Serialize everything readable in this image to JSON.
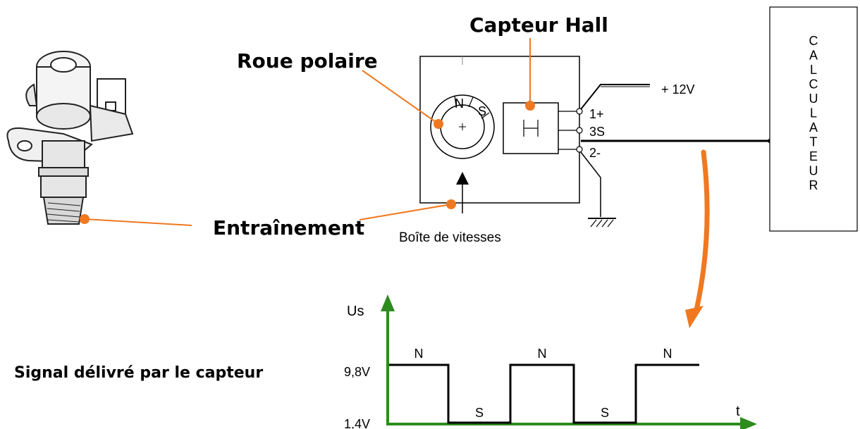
{
  "labels": {
    "capteur_hall": "Capteur Hall",
    "roue_polaire": "Roue polaire",
    "entrainement": "Entraînement",
    "boite_vitesses": "Boîte de vitesses",
    "signal": "Signal délivré par le capteur",
    "plus12v": "+ 12V",
    "pin1": "1+",
    "pin3": "3S",
    "pin2": "2-",
    "wheel_n": "N",
    "wheel_s": "S",
    "hall_symbol": "H",
    "calculateur": [
      "C",
      "A",
      "L",
      "C",
      "U",
      "L",
      "A",
      "T",
      "E",
      "U",
      "R"
    ]
  },
  "colors": {
    "accent": "#f07820",
    "axis": "#2e8b1e",
    "line": "#000000"
  },
  "chart_data": {
    "type": "line",
    "ylabel": "Us",
    "xlabel": "t",
    "y_ticks": [
      "9,8V",
      "1,4V"
    ],
    "high_label": "N",
    "low_label": "S",
    "segments": [
      "N",
      "S",
      "N",
      "S",
      "N"
    ]
  }
}
